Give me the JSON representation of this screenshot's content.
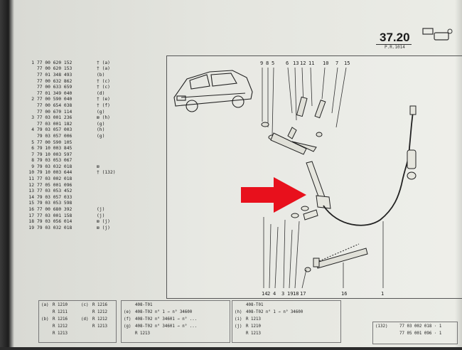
{
  "header": {
    "page_number": "37.20",
    "subtitle": "P.R.1014"
  },
  "callouts_top": [
    "9",
    "8",
    "5",
    "6",
    "13",
    "12",
    "11",
    "10",
    "7",
    "15"
  ],
  "callouts_bottom": [
    "14",
    "2",
    "4",
    "3",
    "19",
    "18",
    "17",
    "16",
    "1"
  ],
  "parts": [
    {
      "idx": "1",
      "ref": "77 00 620 152",
      "note": "† (a)"
    },
    {
      "idx": "",
      "ref": "77 00 620 153",
      "note": "† (a)"
    },
    {
      "idx": "",
      "ref": "77 01 348 493",
      "note": "(b)"
    },
    {
      "idx": "",
      "ref": "77 00 632 862",
      "note": "† (c)"
    },
    {
      "idx": "",
      "ref": "77 00 633 659",
      "note": "† (c)"
    },
    {
      "idx": "",
      "ref": "77 01 349 040",
      "note": "(d)"
    },
    {
      "idx": "2",
      "ref": "77 00 590 040",
      "note": "† (e)"
    },
    {
      "idx": "",
      "ref": "77 00 654 038",
      "note": "† (f)"
    },
    {
      "idx": "",
      "ref": "77 00 670 114",
      "note": "(g)"
    },
    {
      "idx": "3",
      "ref": "77 03 001 236",
      "note": "⊠ (h)"
    },
    {
      "idx": "",
      "ref": "77 03 001 182",
      "note": "(g)"
    },
    {
      "idx": "4",
      "ref": "79 03 057 003",
      "note": "(h)"
    },
    {
      "idx": "",
      "ref": "79 03 057 006",
      "note": "(g)"
    },
    {
      "idx": "5",
      "ref": "77 00 590 105",
      "note": ""
    },
    {
      "idx": "6",
      "ref": "79 10 003 845",
      "note": ""
    },
    {
      "idx": "7",
      "ref": "79 10 003 597",
      "note": ""
    },
    {
      "idx": "8",
      "ref": "79 03 053 067",
      "note": ""
    },
    {
      "idx": "9",
      "ref": "79 03 032 018",
      "note": "⊠"
    },
    {
      "idx": "10",
      "ref": "79 10 003 644",
      "note": "† (132)"
    },
    {
      "idx": "11",
      "ref": "77 03 002 018",
      "note": ""
    },
    {
      "idx": "12",
      "ref": "77 05 001 096",
      "note": ""
    },
    {
      "idx": "13",
      "ref": "77 03 053 452",
      "note": ""
    },
    {
      "idx": "14",
      "ref": "79 03 057 033",
      "note": ""
    },
    {
      "idx": "15",
      "ref": "79 03 053 598",
      "note": ""
    },
    {
      "idx": "16",
      "ref": "77 00 680 392",
      "note": "(j)"
    },
    {
      "idx": "17",
      "ref": "77 03 001 158",
      "note": "(j)"
    },
    {
      "idx": "18",
      "ref": "79 03 056 014",
      "note": "⊠ (j)"
    },
    {
      "idx": "19",
      "ref": "79 03 032 018",
      "note": "⊠ (j)"
    }
  ],
  "footer": {
    "col1": [
      {
        "code": "(a)",
        "model": "R 1210"
      },
      {
        "code": "",
        "model": "R 1211"
      },
      {
        "code": "(b)",
        "model": "R 1216"
      },
      {
        "code": "",
        "model": "R 1212"
      },
      {
        "code": "",
        "model": "R 1213"
      }
    ],
    "col2": [
      {
        "code": "(c)",
        "model": "R 1216"
      },
      {
        "code": "",
        "model": "R 1212"
      },
      {
        "code": "(d)",
        "model": "R 1212"
      },
      {
        "code": "",
        "model": "R 1213"
      }
    ],
    "col3": [
      "408-T01",
      "408-T02 n° 1 → n° 34600",
      "408-T02 n° 34601 → n° ...",
      "408-T02 n° 34601 → n° ..."
    ],
    "col3_codes": [
      "(e)",
      "(f)",
      "(g)"
    ],
    "col3_tail": "R 1213",
    "col4": [
      "408-T01",
      "408-T02 n° 1 → n° 34600",
      "R 1213",
      "R 1210",
      "R 1213"
    ],
    "col4_codes": [
      "(h)",
      "(i)",
      "(j)"
    ],
    "note_ref": "(132)",
    "note_lines": [
      "77 03 002 018 · 1",
      "77 05 001 096 · 1"
    ]
  }
}
